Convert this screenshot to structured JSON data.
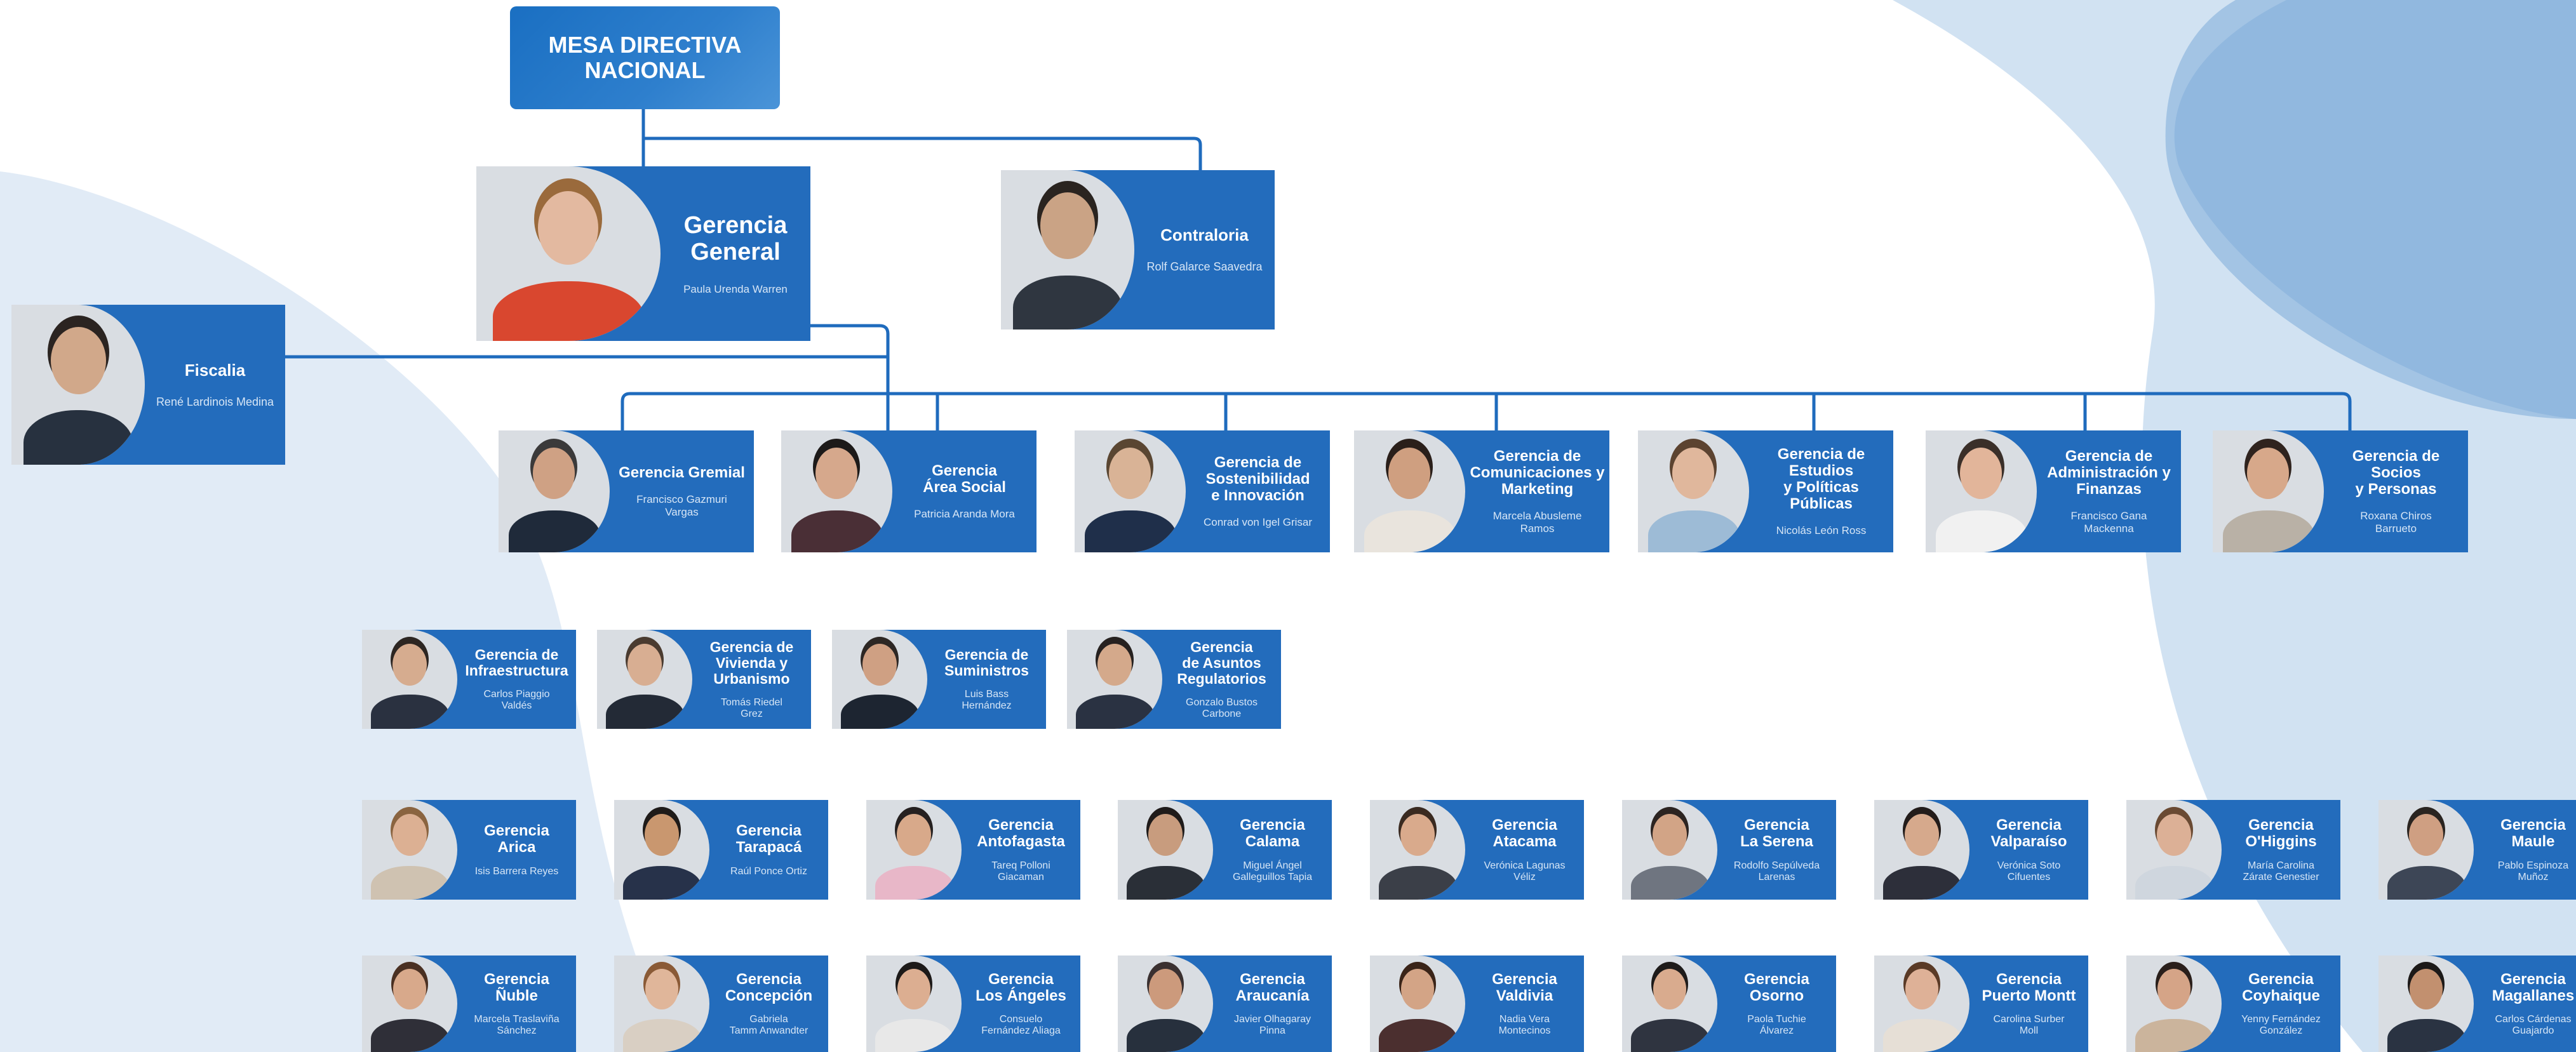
{
  "mesa": {
    "title": "MESA DIRECTIVA\nNACIONAL"
  },
  "level1": [
    {
      "title": "Gerencia\nGeneral",
      "name": "Paula Urenda Warren",
      "skin": "#e3b9a0",
      "hair": "#9a6a3c",
      "shirt": "#d9472f"
    },
    {
      "title": "Contraloria",
      "name": "Rolf Galarce Saavedra",
      "skin": "#caa385",
      "hair": "#2a2420",
      "shirt": "#2f3640"
    }
  ],
  "fiscalia": {
    "title": "Fiscalia",
    "name": "René Lardinois Medina",
    "skin": "#d1a88a",
    "hair": "#2b2421",
    "shirt": "#27313f"
  },
  "level2": [
    {
      "title": "Gerencia Gremial",
      "name": "Francisco Gazmuri\nVargas",
      "skin": "#cfa184",
      "hair": "#3b3a3a",
      "shirt": "#1f2a3a"
    },
    {
      "title": "Gerencia\nÁrea Social",
      "name": "Patricia Aranda Mora",
      "skin": "#d6a88c",
      "hair": "#1d1a19",
      "shirt": "#4a2f36"
    },
    {
      "title": "Gerencia de\nSostenibilidad\ne Innovación",
      "name": "Conrad von Igel Grisar",
      "skin": "#d9b396",
      "hair": "#5a4632",
      "shirt": "#1f2f4a"
    },
    {
      "title": "Gerencia de\nComunicaciones y\nMarketing",
      "name": "Marcela Abusleme\nRamos",
      "skin": "#cf9f80",
      "hair": "#2a1f1a",
      "shirt": "#e9e4dd"
    },
    {
      "title": "Gerencia de Estudios\ny Políticas Públicas",
      "name": "Nicolás León Ross",
      "skin": "#e0b79c",
      "hair": "#5c4330",
      "shirt": "#9dbbd6"
    },
    {
      "title": "Gerencia de\nAdministración y\nFinanzas",
      "name": "Francisco Gana\nMackenna",
      "skin": "#e2b59a",
      "hair": "#3a2f29",
      "shirt": "#f1f1f1"
    },
    {
      "title": "Gerencia de Socios\ny Personas",
      "name": "Roxana Chiros\nBarrueto",
      "skin": "#d7a88a",
      "hair": "#2f231e",
      "shirt": "#b9b1a6"
    }
  ],
  "level3": [
    {
      "title": "Gerencia de\nInfraestructura",
      "name": "Carlos Piaggio\nValdés",
      "skin": "#d6ac8f",
      "hair": "#2d2622",
      "shirt": "#2a3140"
    },
    {
      "title": "Gerencia de\nVivienda y\nUrbanismo",
      "name": "Tomás Riedel\nGrez",
      "skin": "#d8ae92",
      "hair": "#4a3b30",
      "shirt": "#232a36"
    },
    {
      "title": "Gerencia de\nSuministros",
      "name": "Luis Bass\nHernández",
      "skin": "#cfa083",
      "hair": "#2d2724",
      "shirt": "#1d2531"
    },
    {
      "title": "Gerencia\nde Asuntos\nRegulatorios",
      "name": "Gonzalo Bustos\nCarbone",
      "skin": "#d4a98b",
      "hair": "#262120",
      "shirt": "#2a3242"
    }
  ],
  "regions_row1": [
    {
      "title": "Gerencia\nArica",
      "name": "Isis Barrera Reyes",
      "skin": "#dcb093",
      "hair": "#8a6440",
      "shirt": "#cfc2b1"
    },
    {
      "title": "Gerencia\nTarapacá",
      "name": "Raúl Ponce Ortiz",
      "skin": "#c9976f",
      "hair": "#1f1b19",
      "shirt": "#27324a"
    },
    {
      "title": "Gerencia\nAntofagasta",
      "name": "Tareq Polloni\nGiacaman",
      "skin": "#d8a98a",
      "hair": "#252020",
      "shirt": "#e8b7c8"
    },
    {
      "title": "Gerencia\nCalama",
      "name": "Miguel Ángel\nGalleguillos Tapia",
      "skin": "#c89c7e",
      "hair": "#1f1b1a",
      "shirt": "#2a2f37"
    },
    {
      "title": "Gerencia\nAtacama",
      "name": "Verónica Lagunas\nVéliz",
      "skin": "#d9aa8c",
      "hair": "#3a2a20",
      "shirt": "#3b3f48"
    },
    {
      "title": "Gerencia\nLa Serena",
      "name": "Rodolfo Sepúlveda\nLarenas",
      "skin": "#d2a486",
      "hair": "#2c2421",
      "shirt": "#6f7580"
    },
    {
      "title": "Gerencia\nValparaíso",
      "name": "Verónica Soto\nCifuentes",
      "skin": "#d6a98c",
      "hair": "#231c1a",
      "shirt": "#2d2f3a"
    },
    {
      "title": "Gerencia\nO'Higgins",
      "name": "María Carolina\nZárate Genestier",
      "skin": "#dcb096",
      "hair": "#6a4a33",
      "shirt": "#cfd6de"
    },
    {
      "title": "Gerencia\nMaule",
      "name": "Pablo Espinoza\nMuñoz",
      "skin": "#cf9f82",
      "hair": "#2a2420",
      "shirt": "#3d4656"
    }
  ],
  "regions_row2": [
    {
      "title": "Gerencia\nÑuble",
      "name": "Marcela Traslaviña\nSánchez",
      "skin": "#d8a98b",
      "hair": "#4a3022",
      "shirt": "#2f2f38"
    },
    {
      "title": "Gerencia\nConcepción",
      "name": "Gabriela\nTamm Anwandter",
      "skin": "#e0b69a",
      "hair": "#8a5a36",
      "shirt": "#d9cfc3"
    },
    {
      "title": "Gerencia\nLos Ángeles",
      "name": "Consuelo\nFernández Aliaga",
      "skin": "#dcae91",
      "hair": "#1d1a19",
      "shirt": "#e8e8e8"
    },
    {
      "title": "Gerencia\nAraucanía",
      "name": "Javier Olhagaray\nPinna",
      "skin": "#cc9a7c",
      "hair": "#3a3030",
      "shirt": "#27303d"
    },
    {
      "title": "Gerencia\nValdivia",
      "name": "Nadia Vera\nMontecinos",
      "skin": "#d3a486",
      "hair": "#3a2418",
      "shirt": "#4b2f2f"
    },
    {
      "title": "Gerencia\nOsorno",
      "name": "Paola Tuchie\nÁlvarez",
      "skin": "#d9ab8e",
      "hair": "#1e1b1a",
      "shirt": "#2f3440"
    },
    {
      "title": "Gerencia\nPuerto Montt",
      "name": "Carolina Surber\nMoll",
      "skin": "#deb197",
      "hair": "#5a3a26",
      "shirt": "#e6dfd6"
    },
    {
      "title": "Gerencia\nCoyhaique",
      "name": "Yenny Fernández\nGonzález",
      "skin": "#d5a487",
      "hair": "#2a1f1b",
      "shirt": "#cbb49c"
    },
    {
      "title": "Gerencia\nMagallanes",
      "name": "Carlos Cárdenas\nGuajardo",
      "skin": "#c2906f",
      "hair": "#1c1918",
      "shirt": "#2a3342"
    }
  ]
}
